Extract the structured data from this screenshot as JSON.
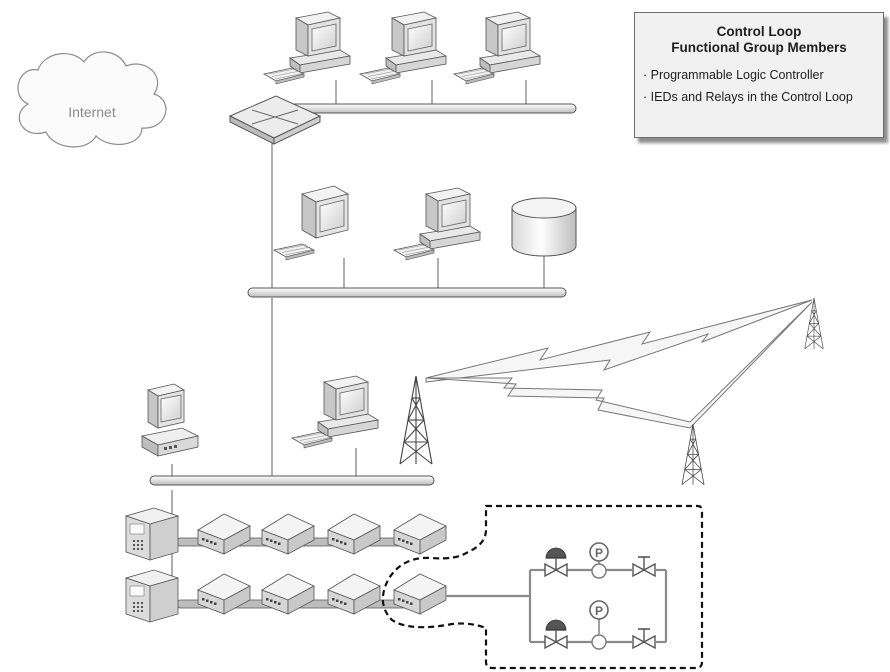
{
  "legend": {
    "title_line1": "Control Loop",
    "title_line2": "Functional Group Members",
    "items": [
      "Programmable Logic Controller",
      "IEDs and Relays in the Control Loop"
    ]
  },
  "cloud": {
    "label": "Internet"
  },
  "icons": {
    "workstation": "desktop-computer-icon",
    "monitor": "crt-monitor-icon",
    "server": "database-cylinder-icon",
    "router": "network-switch-icon",
    "tower": "radio-tower-icon",
    "controller": "plc-rack-icon",
    "ied": "ied-relay-box-icon",
    "valve": "valve-icon",
    "pressure": "pressure-gauge-icon"
  }
}
